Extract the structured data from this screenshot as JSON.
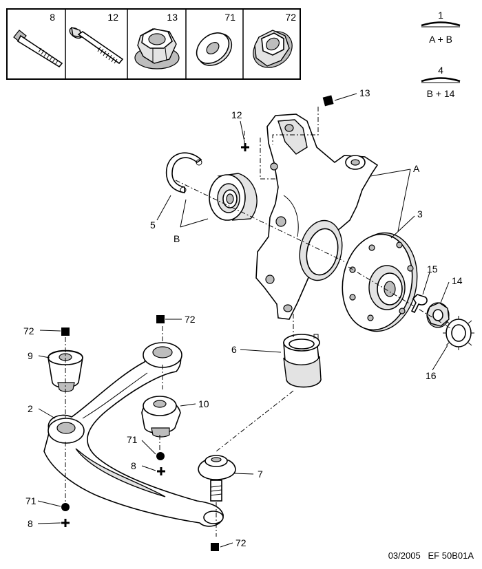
{
  "hardware_box": {
    "cells": [
      {
        "ref": "8",
        "icon": "bolt-icon"
      },
      {
        "ref": "12",
        "icon": "flanged-bolt-icon"
      },
      {
        "ref": "13",
        "icon": "hex-nut-icon"
      },
      {
        "ref": "71",
        "icon": "washer-icon"
      },
      {
        "ref": "72",
        "icon": "flanged-nut-icon"
      }
    ]
  },
  "torque_legend": [
    {
      "key": "1",
      "formula": "A + B"
    },
    {
      "key": "4",
      "formula": "B + 14"
    }
  ],
  "callouts": {
    "c1": "A",
    "c2": "B",
    "c3": "3",
    "c4": "5",
    "c5": "12",
    "c6": "13",
    "c7": "15",
    "c8": "14",
    "c9": "16",
    "c10": "6",
    "c11": "72",
    "c12": "72",
    "c13": "9",
    "c14": "2",
    "c15": "10",
    "c16": "71",
    "c17": "8",
    "c18": "7",
    "c19": "71",
    "c20": "8",
    "c21": "72"
  },
  "footer": {
    "reference": "03/2005   EF 50B01A"
  }
}
